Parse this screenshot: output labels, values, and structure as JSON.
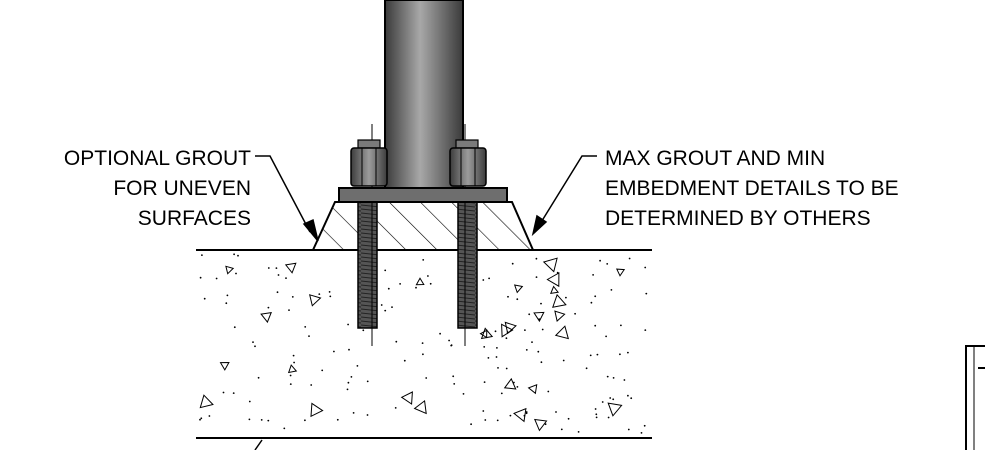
{
  "labels": {
    "left_callout": [
      "OPTIONAL GROUT",
      "FOR UNEVEN",
      "SURFACES"
    ],
    "right_callout": [
      "MAX GROUT AND MIN",
      "EMBEDMENT DETAILS TO BE",
      "DETERMINED BY OTHERS"
    ]
  },
  "colors": {
    "line": "#000000",
    "steel_dark": "#444444",
    "steel_light": "#9a9a9a",
    "rod": "#5a5a5a"
  }
}
